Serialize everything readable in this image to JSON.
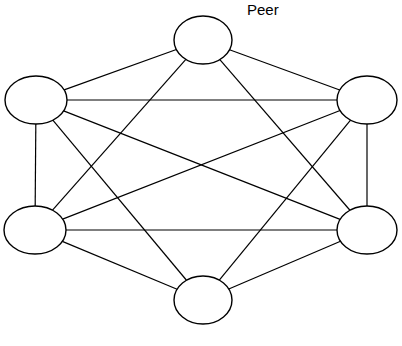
{
  "diagram": {
    "nodes": [
      {
        "text": [
          "Peer"
        ]
      },
      {
        "text": []
      },
      {
        "text": []
      },
      {
        "text": []
      },
      {
        "text": []
      },
      {
        "text": []
      }
    ],
    "edges": [
      {
        "from": 0,
        "to": 1,
        "arrow": "none"
      },
      {
        "from": 0,
        "to": 2,
        "arrow": "none"
      },
      {
        "from": 0,
        "to": 3,
        "arrow": "none"
      },
      {
        "from": 0,
        "to": 4,
        "arrow": "none"
      },
      {
        "from": 1,
        "to": 2,
        "arrow": "none"
      },
      {
        "from": 1,
        "to": 3,
        "arrow": "none"
      },
      {
        "from": 1,
        "to": 4,
        "arrow": "none"
      },
      {
        "from": 1,
        "to": 5,
        "arrow": "none"
      },
      {
        "from": 2,
        "to": 3,
        "arrow": "none"
      },
      {
        "from": 2,
        "to": 4,
        "arrow": "none"
      },
      {
        "from": 2,
        "to": 5,
        "arrow": "none"
      },
      {
        "from": 3,
        "to": 4,
        "arrow": "none"
      },
      {
        "from": 3,
        "to": 5,
        "arrow": "none"
      },
      {
        "from": 4,
        "to": 5,
        "arrow": "none"
      }
    ]
  }
}
